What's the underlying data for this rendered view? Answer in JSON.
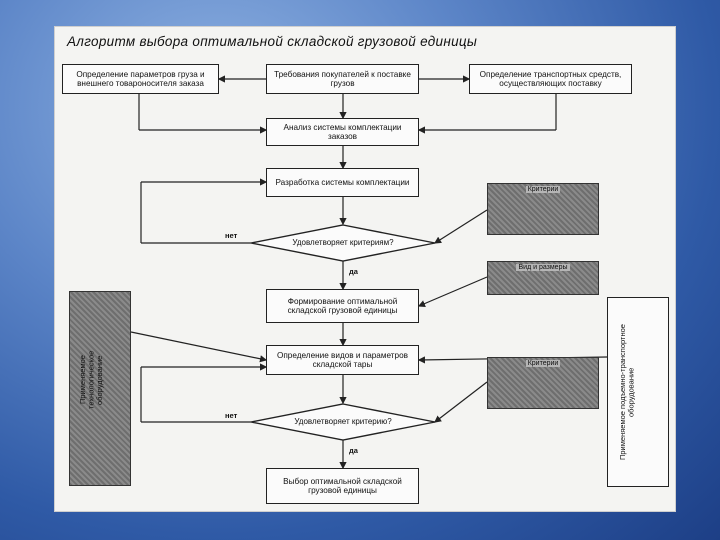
{
  "title": "Алгоритм выбора оптимальной складской грузовой единицы",
  "boxes": {
    "cargo_params": "Определение параметров груза и внешнего товароносителя заказа",
    "requirements": "Требования покупателей к поставке грузов",
    "transport": "Определение транспортных средств, осуществляющих поставку",
    "analysis": "Анализ системы комплектации заказов",
    "development": "Разработка системы комплектации",
    "formation": "Формирование оптимальной складской грузовой единицы",
    "container": "Определение видов и параметров складской тары",
    "choice": "Выбор оптимальной складской грузовой единицы"
  },
  "decisions": {
    "first": "Удовлетворяет критериям?",
    "second": "Удовлетворяет критерию?"
  },
  "branches": {
    "no1": "нет",
    "yes1": "да",
    "no2": "нет",
    "yes2": "да"
  },
  "side": {
    "criteria_top": "Критерии",
    "shape_sizes": "Вид и размеры",
    "criteria_bottom": "Критерии",
    "left_vertical": "Применяемое технологическое оборудование",
    "right_vertical": "Применяемое подъемно-транспортное оборудование"
  }
}
